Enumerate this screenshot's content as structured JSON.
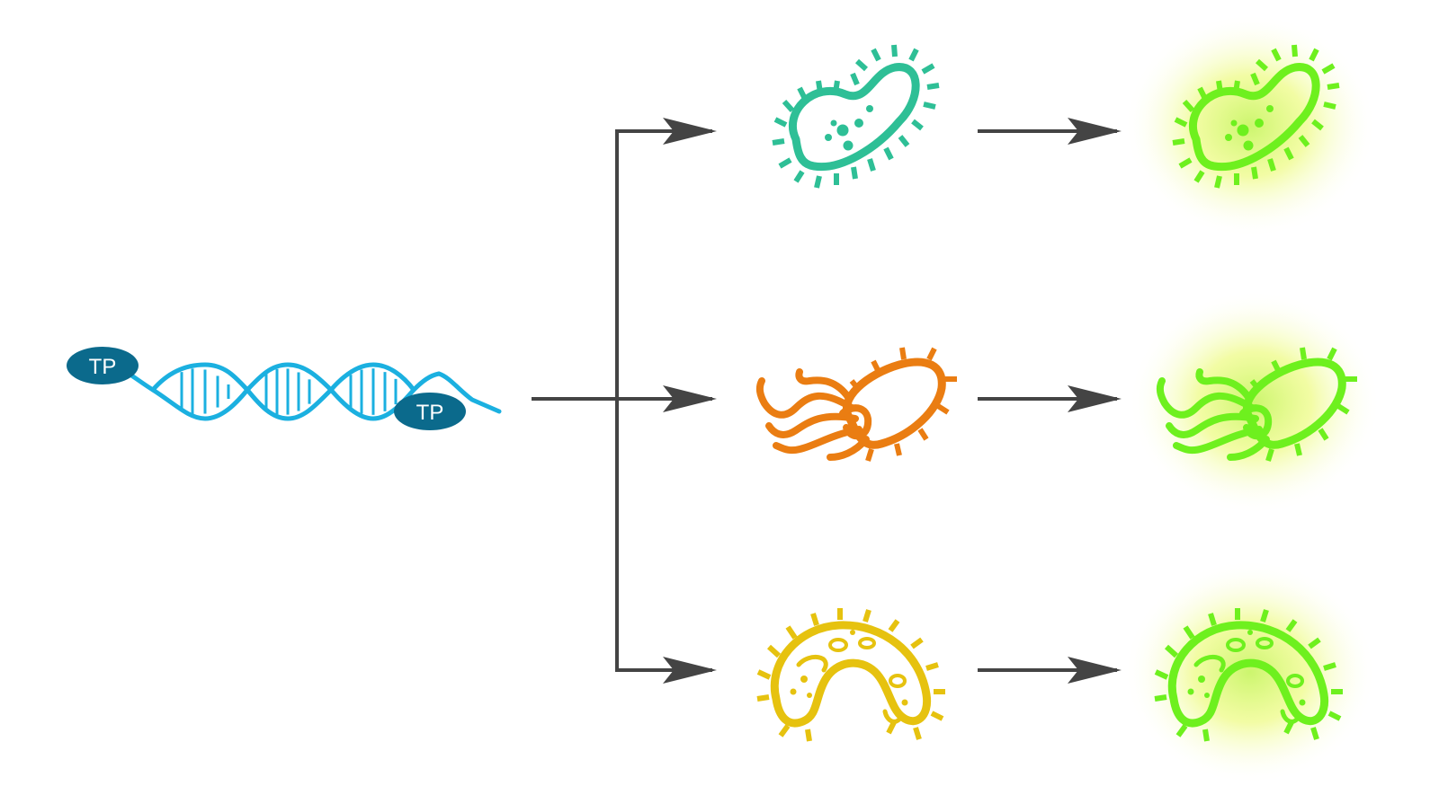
{
  "dna": {
    "cap_left_label": "TP",
    "cap_right_label": "TP"
  },
  "colors": {
    "dna_strand": "#1bb0e0",
    "tp_cap": "#0b6a8c",
    "arrow": "#444444",
    "bacterium_coccobacillus": "#2ebf96",
    "bacterium_flagellated": "#ea7d12",
    "bacterium_curved": "#e6c20f",
    "fluorescent": "#6ef01e",
    "glow": "#f2fa78"
  },
  "bacteria_before": [
    {
      "kind": "oval-bacterium",
      "color": "#2ebf96"
    },
    {
      "kind": "flagellated-bacterium",
      "color": "#ea7d12"
    },
    {
      "kind": "curved-bacterium",
      "color": "#e6c20f"
    }
  ],
  "bacteria_after": [
    {
      "kind": "oval-bacterium-fluorescent",
      "color": "#6ef01e"
    },
    {
      "kind": "flagellated-bacterium-fluorescent",
      "color": "#6ef01e"
    },
    {
      "kind": "curved-bacterium-fluorescent",
      "color": "#6ef01e"
    }
  ]
}
